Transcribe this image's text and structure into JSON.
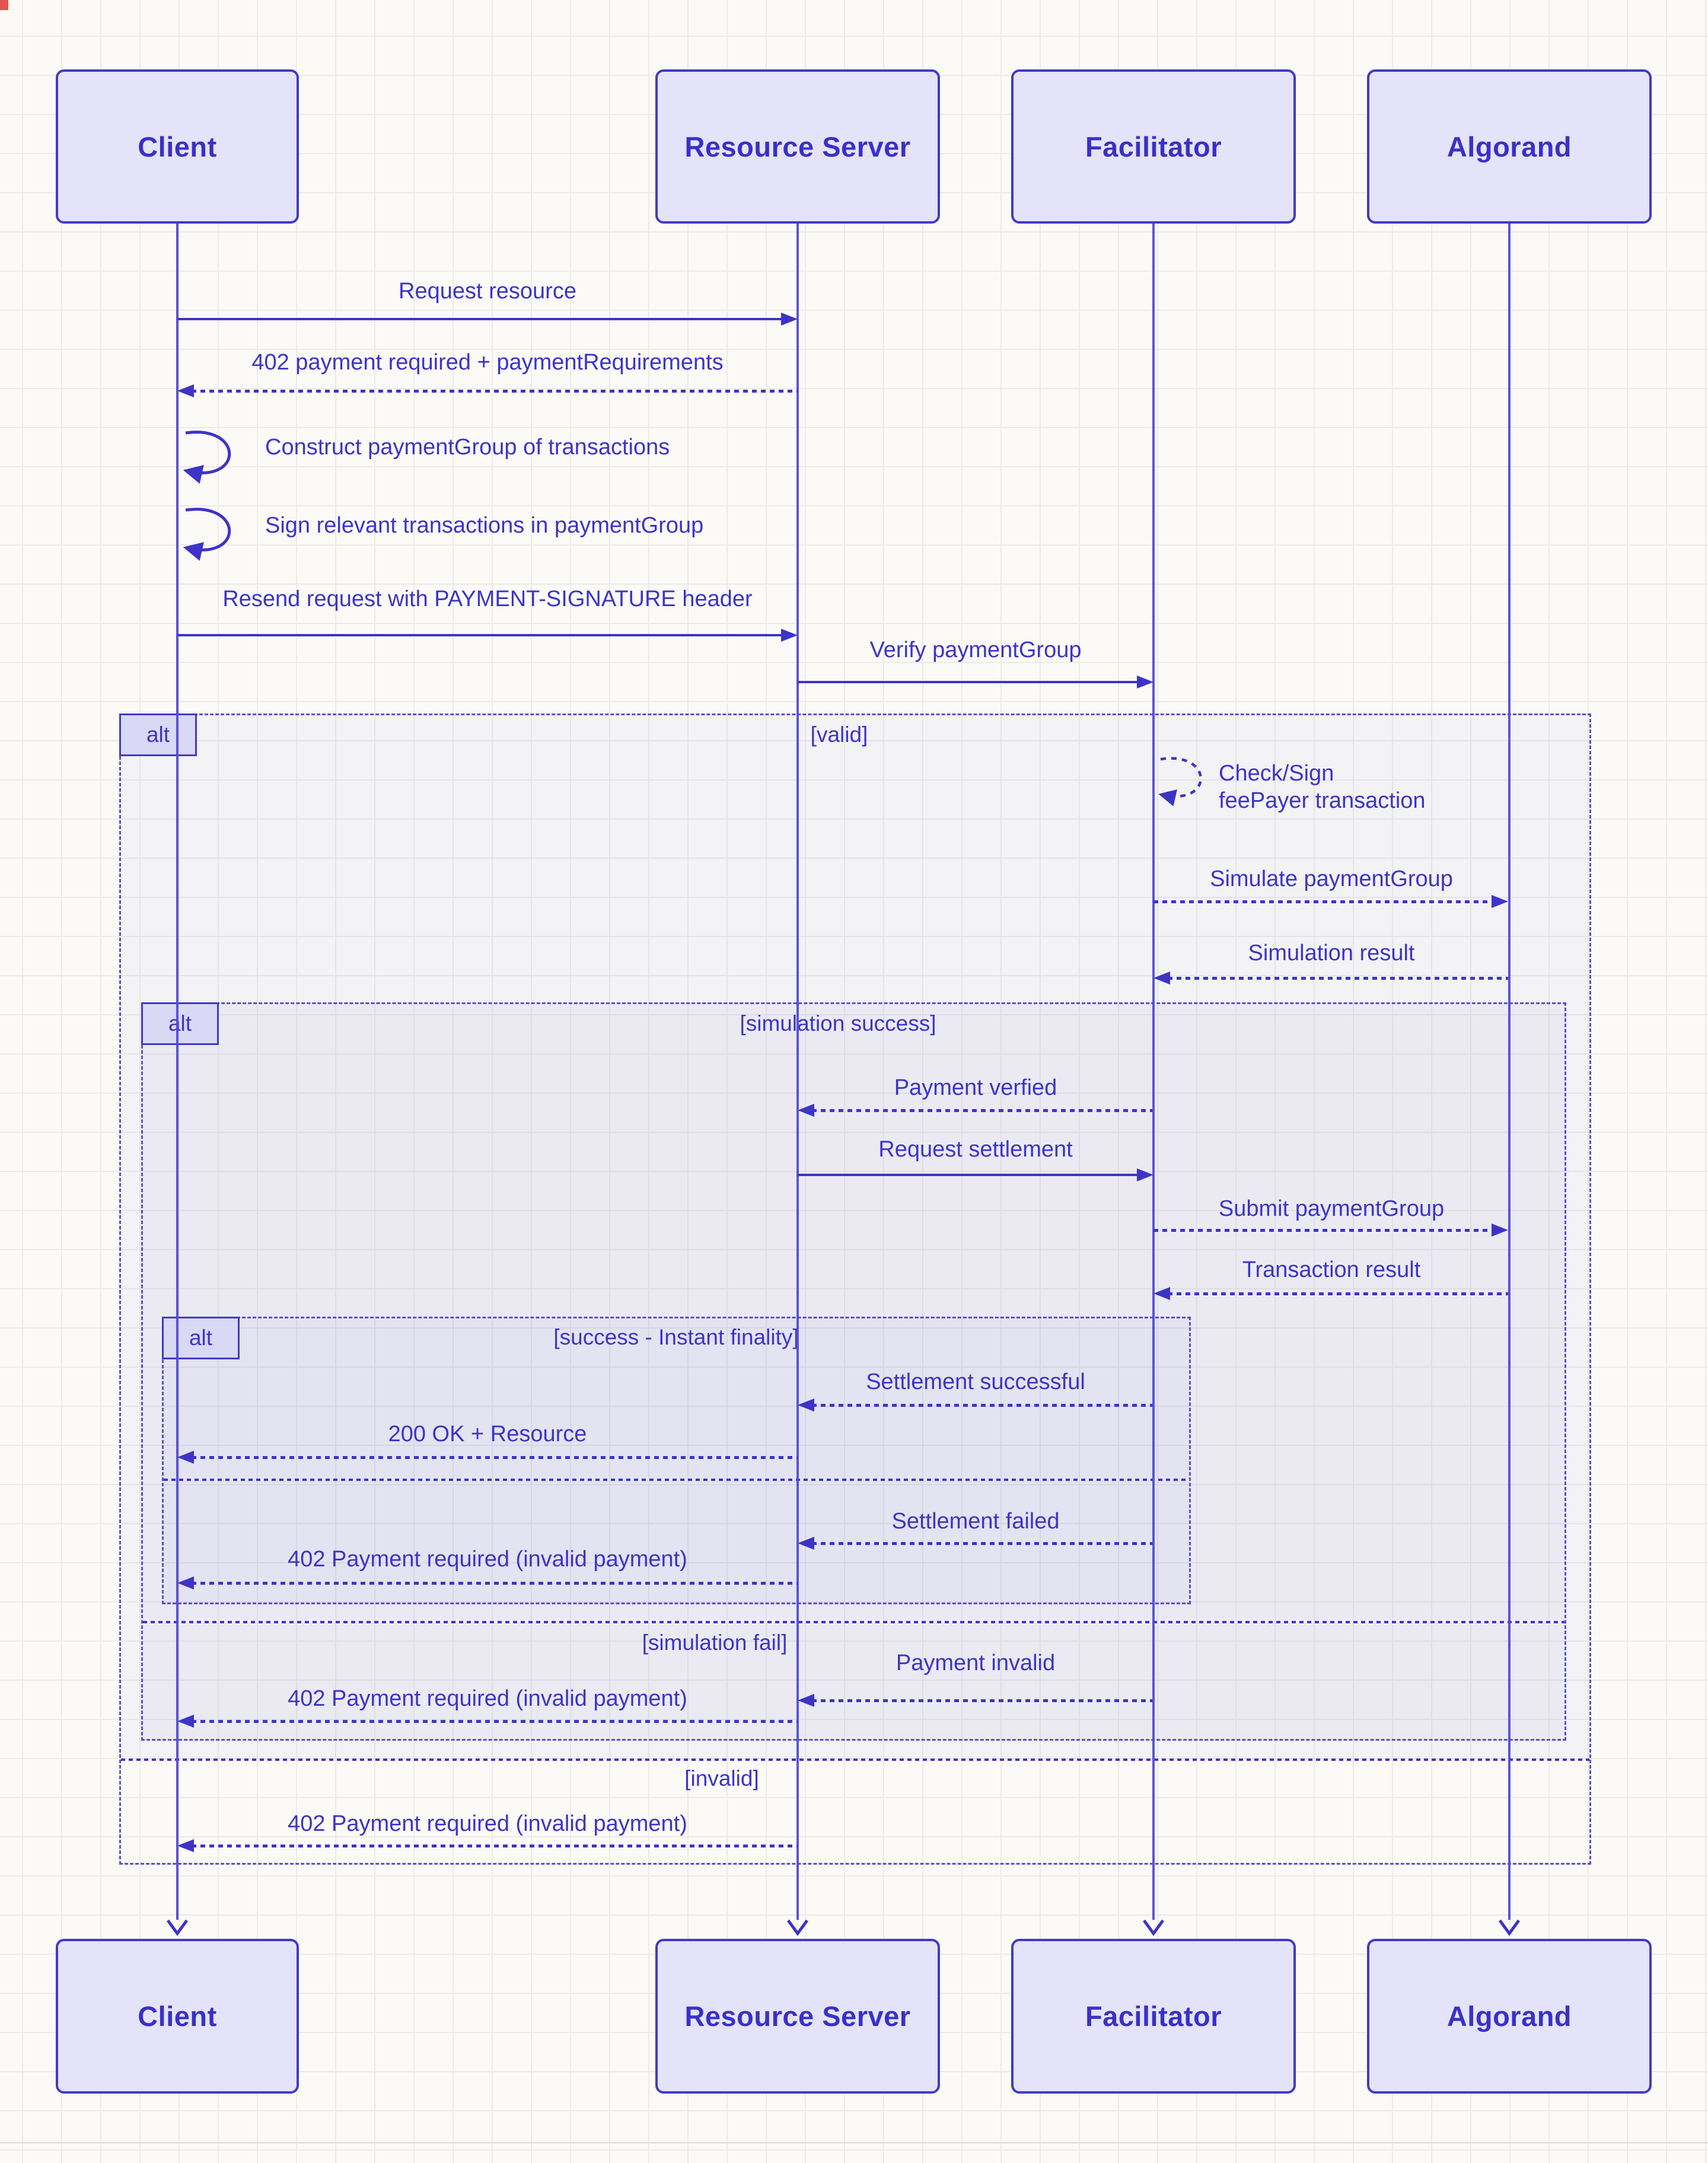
{
  "diagram": {
    "alt_operator": "alt",
    "participants": [
      {
        "name": "Client"
      },
      {
        "name": "Resource Server"
      },
      {
        "name": "Facilitator"
      },
      {
        "name": "Algorand"
      }
    ],
    "messages": [
      {
        "label": "Request resource",
        "from": "Client",
        "to": "Resource Server",
        "style": "solid"
      },
      {
        "label": "402 payment required + paymentRequirements",
        "from": "Resource Server",
        "to": "Client",
        "style": "dotted"
      },
      {
        "label": "Construct paymentGroup of transactions",
        "from": "Client",
        "to": "Client",
        "style": "self-solid"
      },
      {
        "label": "Sign relevant transactions in paymentGroup",
        "from": "Client",
        "to": "Client",
        "style": "self-solid"
      },
      {
        "label": "Resend request with PAYMENT-SIGNATURE header",
        "from": "Client",
        "to": "Resource Server",
        "style": "solid"
      },
      {
        "label": "Verify paymentGroup",
        "from": "Resource Server",
        "to": "Facilitator",
        "style": "solid"
      },
      {
        "label_line1": "Check/Sign",
        "label_line2": "feePayer transaction",
        "from": "Facilitator",
        "to": "Facilitator",
        "style": "self-dotted"
      },
      {
        "label": "Simulate paymentGroup",
        "from": "Facilitator",
        "to": "Algorand",
        "style": "dotted"
      },
      {
        "label": "Simulation result",
        "from": "Algorand",
        "to": "Facilitator",
        "style": "dotted"
      },
      {
        "label": "Payment verfied",
        "from": "Facilitator",
        "to": "Resource Server",
        "style": "dotted"
      },
      {
        "label": "Request settlement",
        "from": "Resource Server",
        "to": "Facilitator",
        "style": "solid"
      },
      {
        "label": "Submit paymentGroup",
        "from": "Facilitator",
        "to": "Algorand",
        "style": "dotted"
      },
      {
        "label": "Transaction result",
        "from": "Algorand",
        "to": "Facilitator",
        "style": "dotted"
      },
      {
        "label": "Settlement successful",
        "from": "Facilitator",
        "to": "Resource Server",
        "style": "dotted"
      },
      {
        "label": "200 OK + Resource",
        "from": "Resource Server",
        "to": "Client",
        "style": "dotted"
      },
      {
        "label": "Settlement failed",
        "from": "Facilitator",
        "to": "Resource Server",
        "style": "dotted"
      },
      {
        "label": "402 Payment required (invalid payment)",
        "from": "Resource Server",
        "to": "Client",
        "style": "dotted"
      },
      {
        "label": "Payment invalid",
        "from": "Facilitator",
        "to": "Resource Server",
        "style": "dotted"
      },
      {
        "label": "402 Payment required (invalid payment)",
        "from": "Resource Server",
        "to": "Client",
        "style": "dotted"
      },
      {
        "label": "402 Payment required (invalid payment)",
        "from": "Resource Server",
        "to": "Client",
        "style": "dotted"
      }
    ],
    "frames": {
      "outer": {
        "sections": [
          {
            "label": "[valid]"
          },
          {
            "label": "[invalid]"
          }
        ]
      },
      "middle": {
        "sections": [
          {
            "label": "[simulation success]"
          },
          {
            "label": "[simulation fail]"
          }
        ]
      },
      "inner": {
        "sections": [
          {
            "label": "[success - Instant finality]"
          }
        ]
      }
    },
    "colors": {
      "ink": "#3D34C7",
      "participant_fill": "#E4E3F9",
      "participant_border": "#413AC5",
      "alt_tag_fill": "#D9D8F5",
      "background": "#FBFAF7",
      "grid_line": "#EDEBE8",
      "corner_mark": "#E4544C"
    }
  }
}
